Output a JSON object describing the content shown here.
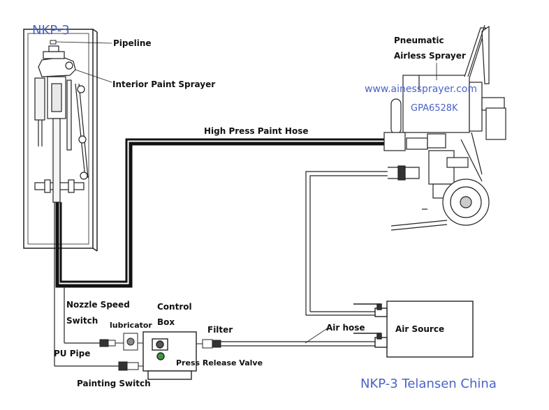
{
  "labels": {
    "model_top": "NKP-3",
    "pipeline": "Pipeline",
    "interior_sprayer": "Interior Paint Sprayer",
    "pneumatic_line1": "Pneumatic",
    "pneumatic_line2": "Airless Sprayer",
    "website": "www.ainessprayer.com",
    "model_sprayer": "GPA6528K",
    "hose": "High Press Paint Hose",
    "nozzle_line1": "Nozzle Speed",
    "nozzle_line2": "Switch",
    "lubricator": "lubricator",
    "control_line1": "Control",
    "control_line2": "Box",
    "filter": "Filter",
    "air_hose": "Air hose",
    "air_source": "Air Source",
    "pu_pipe": "PU Pipe",
    "press_release": "Press Release Valve",
    "painting_switch": "Painting Switch",
    "footer": "NKP-3 Telansen China"
  },
  "colors": {
    "line": "#222222",
    "hose": "#111111",
    "watermark_blue": "#4a63c7"
  }
}
